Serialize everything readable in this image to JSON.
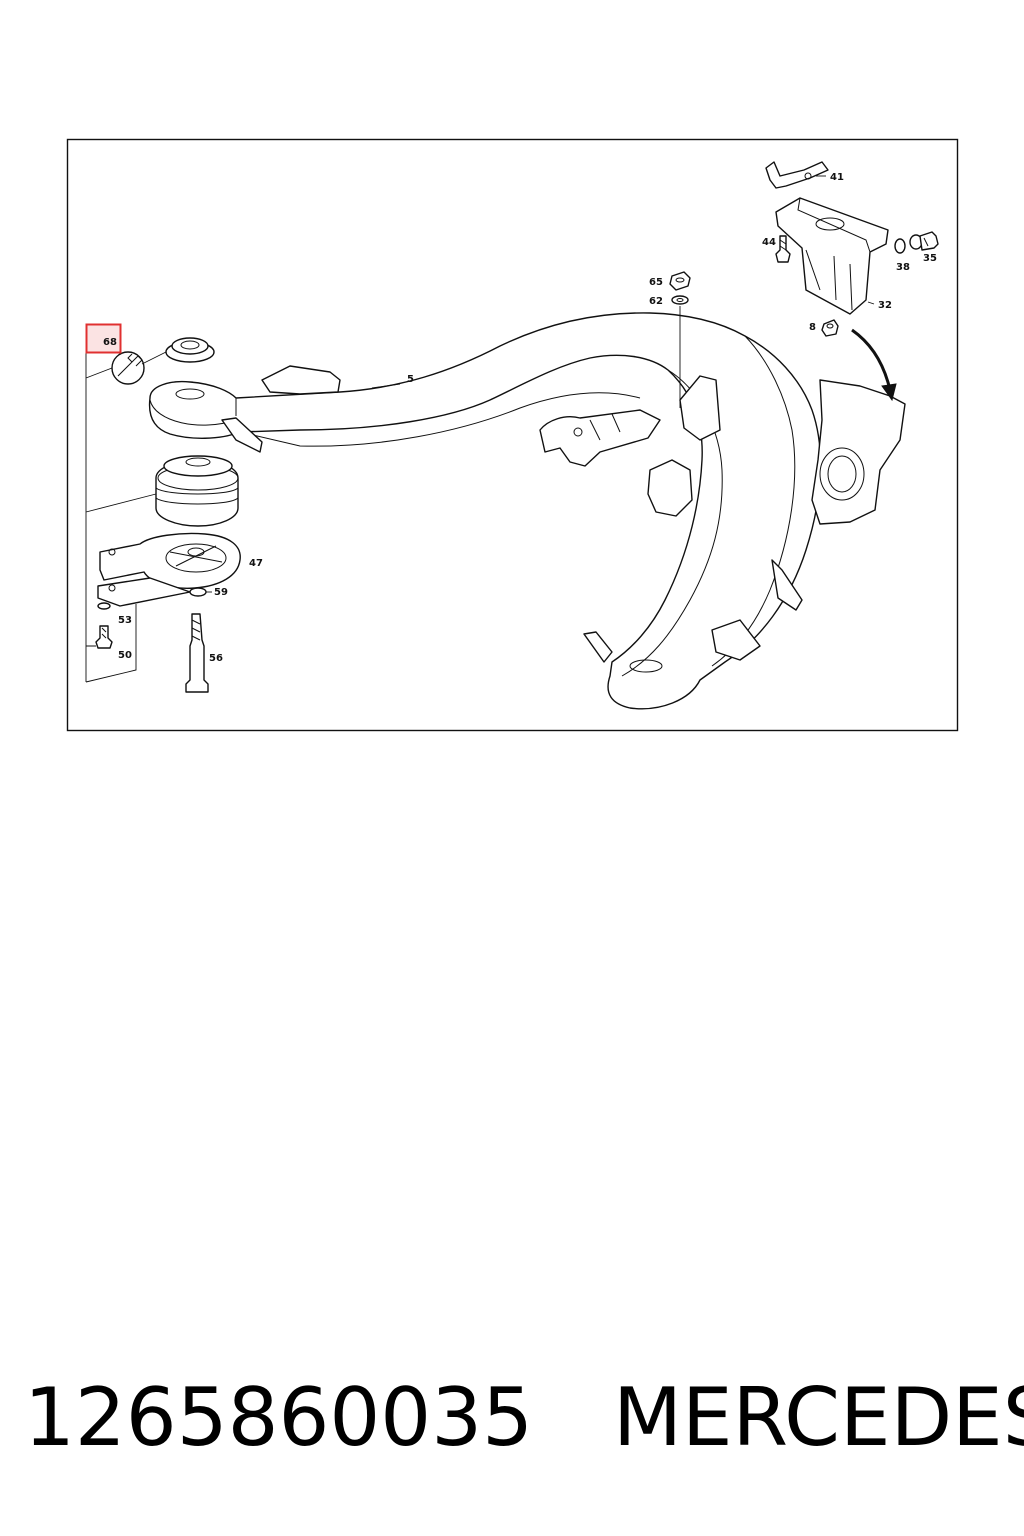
{
  "diagram": {
    "callouts": {
      "c5": "5",
      "c8": "8",
      "c32": "32",
      "c35": "35",
      "c38": "38",
      "c41": "41",
      "c44": "44",
      "c47": "47",
      "c50": "50",
      "c53": "53",
      "c56": "56",
      "c59": "59",
      "c62": "62",
      "c65": "65",
      "c68": "68"
    },
    "highlighted_callout": "68",
    "highlight_color": "#e03030",
    "highlight_fill": "#fbe3e3"
  },
  "footer": {
    "part_number": "1265860035",
    "brand": "MERCEDES"
  }
}
